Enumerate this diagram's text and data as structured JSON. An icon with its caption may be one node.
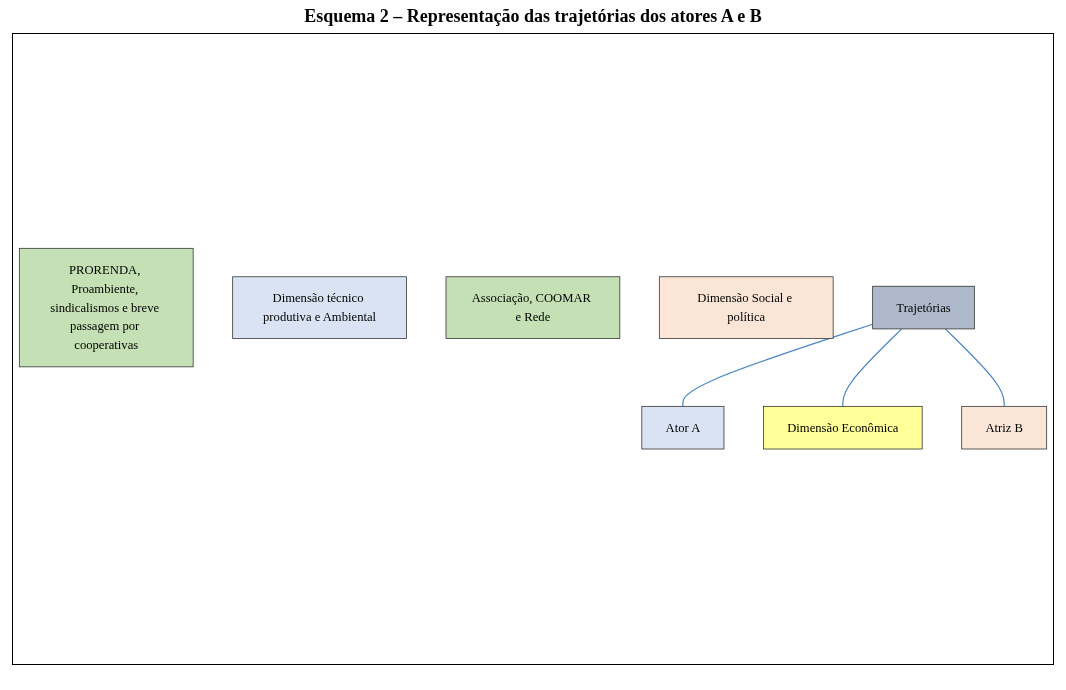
{
  "diagram": {
    "title": "Esquema 2 – Representação das trajetórias dos atores A e B",
    "nodes": [
      {
        "text": [
          "Trajetórias"
        ]
      },
      {
        "text": [
          "PRORENDA, Proambiente, sindicalismos e breve passagem por cooperativas"
        ]
      },
      {
        "text": [
          "Dimensão técnico produtiva e Ambiental"
        ]
      },
      {
        "text": [
          "Ator A"
        ]
      },
      {
        "text": [
          "Dimensão Econômica"
        ]
      },
      {
        "text": [
          "Atriz B"
        ]
      },
      {
        "text": [
          "Associação, COOMAR e Rede"
        ]
      },
      {
        "text": [
          "Dimensão Social e política"
        ]
      }
    ],
    "edges": [
      {
        "from": 0,
        "to": 3,
        "arrow": "none"
      },
      {
        "from": 0,
        "to": 4,
        "arrow": "none"
      },
      {
        "from": 0,
        "to": 5,
        "arrow": "none"
      }
    ]
  }
}
